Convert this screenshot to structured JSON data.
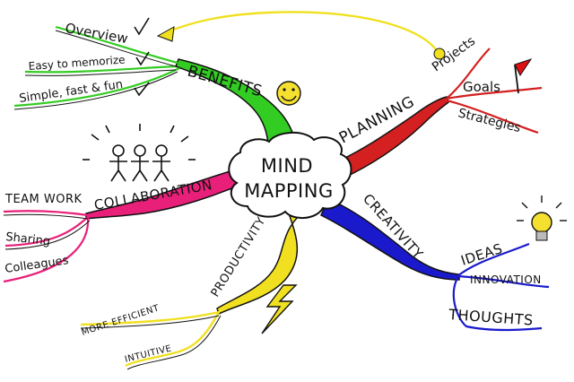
{
  "center": {
    "line1": "MIND",
    "line2": "MAPPING"
  },
  "branches": {
    "benefits": {
      "label": "BENEFITS",
      "color": "#33cc22",
      "items": [
        "Overview",
        "Easy to memorize",
        "Simple, fast & fun"
      ]
    },
    "planning": {
      "label": "PLANNING",
      "color": "#d42020",
      "items": [
        "Projects",
        "Goals",
        "Strategies"
      ]
    },
    "creativity": {
      "label": "CREATIVITY",
      "color": "#1a1acc",
      "items": [
        "IDEAS",
        "INNOVATION",
        "THOUGHTS"
      ]
    },
    "productivity": {
      "label": "PRODUCTIVITY",
      "color": "#f0e020",
      "items": [
        "MORE EFFICIENT",
        "INTUITIVE"
      ]
    },
    "collaboration": {
      "label": "COLLABORATION",
      "color": "#e8207a",
      "items": [
        "TEAM WORK",
        "Sharing",
        "Colleagues"
      ]
    }
  },
  "icons": [
    "smiley-icon",
    "flag-icon",
    "lightbulb-icon",
    "lightning-icon",
    "stick-figures-icon",
    "checkmark-icon"
  ]
}
